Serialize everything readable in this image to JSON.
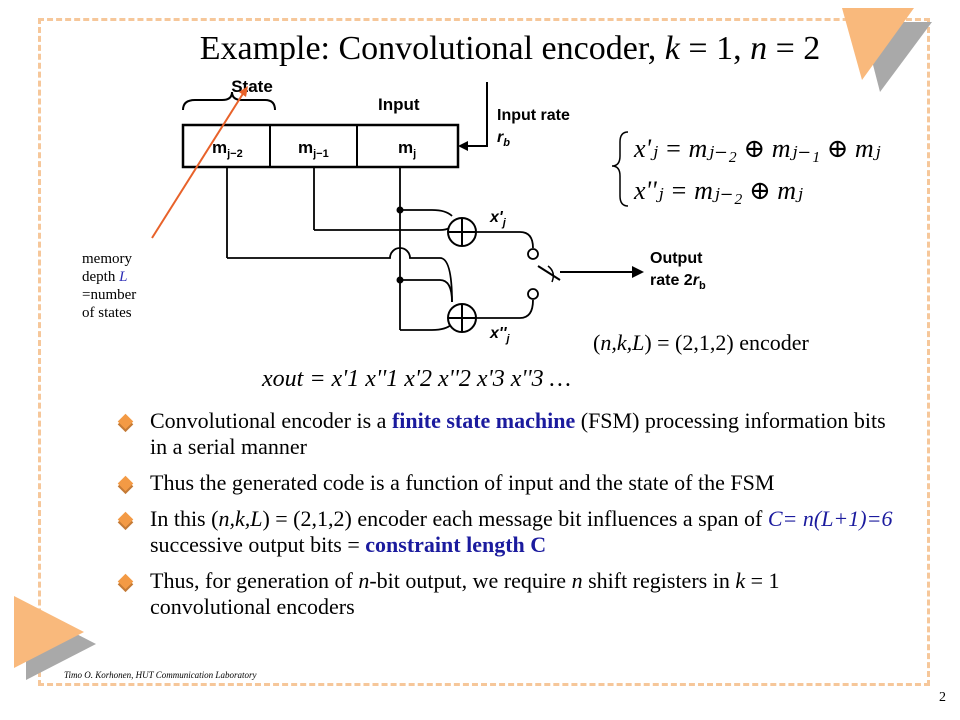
{
  "slide": {
    "title_prefix": "Example: Convolutional encoder, ",
    "title_k": "k",
    "title_mid": " = 1, ",
    "title_n": "n",
    "title_suffix": " = 2",
    "footer": "Timo O. Korhonen, HUT Communication Laboratory",
    "page_number": "2"
  },
  "diagram": {
    "state_label": "State",
    "input_label": "Input",
    "input_rate_label": "Input rate",
    "input_rate_symbol": "r",
    "input_rate_sub": "b",
    "register_cells": [
      "m",
      "m",
      "m"
    ],
    "register_subs": [
      "j−2",
      "j−1",
      "j"
    ],
    "output_label": "Output",
    "output_rate_label": "rate 2",
    "output_rate_symbol": "r",
    "output_rate_sub": "b",
    "tap1_label": "x'",
    "tap1_sub": "j",
    "tap2_label": "x''",
    "tap2_sub": "j"
  },
  "memory_note": {
    "line1": "memory",
    "line2_prefix": "depth ",
    "line2_var": "L",
    "line3": "=number",
    "line4": "of states"
  },
  "equations": {
    "eq1": "x'ⱼ = mⱼ₋₂ ⊕ mⱼ₋₁ ⊕ mⱼ",
    "eq2": "x''ⱼ = mⱼ₋₂ ⊕ mⱼ",
    "xout": "xout = x'1 x''1 x'2 x''2 x'3 x''3 …"
  },
  "encoder_label": {
    "prefix": "(",
    "vars": "n,k,L",
    "suffix": ") = (2,1,2) encoder"
  },
  "bullets": [
    {
      "a": "Convolutional encoder is a ",
      "b": "finite state machine",
      "c": " (FSM) processing information bits in a serial manner"
    },
    {
      "a": "Thus the generated code is a function of input and the state of the FSM"
    },
    {
      "a": "In this (",
      "b": "n,k,L",
      "c": ") = (2,1,2) encoder each message bit influences a span of ",
      "d": "C= n(L+1)=6",
      "e": " successive output bits = ",
      "f": "constraint length C"
    },
    {
      "a": "Thus, for generation of ",
      "b": "n",
      "c": "-bit output, we require ",
      "d": "n",
      "e": " shift registers in ",
      "f": "k",
      "g": " = 1 convolutional encoders"
    }
  ],
  "colors": {
    "frame_dashed": "#f6c79a",
    "triangle_fill": "#f9b97c",
    "triangle_shadow": "#a9a9a9",
    "bullet_marker": "#f39a45",
    "highlight_text": "#1b1b9e",
    "pointer_arrow": "#e8622a"
  },
  "icons": [
    "corner-triangle-icon",
    "bullet-diamond-icon",
    "xor-adder-icon",
    "switch-icon",
    "arrow-icon"
  ]
}
